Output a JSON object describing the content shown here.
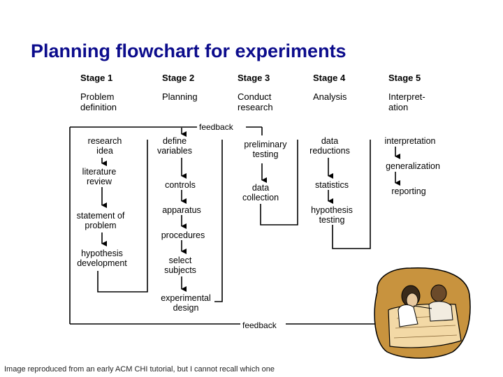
{
  "title": "Planning flowchart for experiments",
  "stages": [
    {
      "label": "Stage 1",
      "phase": "Problem\ndefinition"
    },
    {
      "label": "Stage 2",
      "phase": "Planning"
    },
    {
      "label": "Stage 3",
      "phase": "Conduct\nresearch"
    },
    {
      "label": "Stage 4",
      "phase": "Analysis"
    },
    {
      "label": "Stage 5",
      "phase": "Interpret-\nation"
    }
  ],
  "feedback_top": "feedback",
  "feedback_bottom": "feedback",
  "nodes": {
    "research_idea": "research\nidea",
    "literature_review": "literature\nreview",
    "statement_of_problem": "statement of\nproblem",
    "hypothesis_development": "hypothesis\ndevelopment",
    "define_variables": "define\nvariables",
    "controls": "controls",
    "apparatus": "apparatus",
    "procedures": "procedures",
    "select_subjects": "select\nsubjects",
    "experimental_design": "experimental\ndesign",
    "preliminary_testing": "preliminary\ntesting",
    "data_collection": "data\ncollection",
    "data_reductions": "data\nreductions",
    "statistics": "statistics",
    "hypothesis_testing": "hypothesis\ntesting",
    "interpretation": "interpretation",
    "generalization": "generalization",
    "reporting": "reporting"
  },
  "credit": "Image reproduced from an early ACM CHI tutorial, but I cannot recall which one",
  "colors": {
    "title": "#0c0c8c",
    "lines": "#000000",
    "clipart_bg": "#c8933e"
  }
}
